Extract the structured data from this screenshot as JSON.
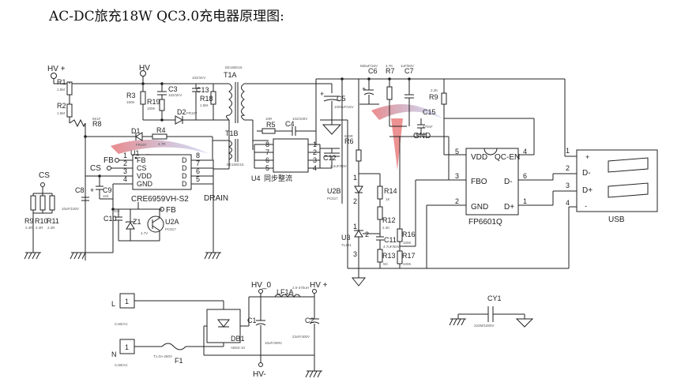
{
  "title": "AC-DC旅充18W QC3.0充电器原理图:",
  "nets": {
    "hv_plus": "HV +",
    "hv": "HV",
    "gnd": "GND",
    "drain": "DRAIN",
    "cs": "CS",
    "fb": "FB",
    "hv_0": "HV_0",
    "hv_minus": "HV-"
  },
  "resistors": {
    "r1": {
      "ref": "R1",
      "val": "1.5M"
    },
    "r2": {
      "ref": "R2",
      "val": "1.5M"
    },
    "r3": {
      "ref": "R3",
      "val": "150K"
    },
    "r4": {
      "ref": "R4",
      "val": "4.7R"
    },
    "r5": {
      "ref": "R5",
      "val": "10R"
    },
    "r6": {
      "ref": "R6",
      "val": "680R"
    },
    "r7": {
      "ref": "R7",
      "val": "4.7K"
    },
    "r8": {
      "ref": "R8",
      "val": "5K1F"
    },
    "r9": {
      "ref": "R9",
      "val": "2.2K"
    },
    "r12": {
      "ref": "R12",
      "val": "2.4K"
    },
    "r13": {
      "ref": "R13",
      "val": "NC"
    },
    "r14": {
      "ref": "R14",
      "val": "1K"
    },
    "r16": {
      "ref": "R16",
      "val": "100K"
    },
    "r17": {
      "ref": "R17",
      "val": "100K"
    },
    "r18": {
      "ref": "R18",
      "val": "1.5M"
    },
    "r19": {
      "ref": "R19",
      "val": "100K"
    },
    "r9b": {
      "ref": "R9",
      "val": "2.4R"
    },
    "r10": {
      "ref": "R10",
      "val": "2.4R"
    },
    "r11": {
      "ref": "R11",
      "val": "2.4R"
    }
  },
  "capacitors": {
    "c1": {
      "ref": "C1",
      "val": "10uF/400V"
    },
    "c2": {
      "ref": "C2",
      "val": "22uF/400V"
    },
    "c3": {
      "ref": "C3",
      "val": "102/1KV"
    },
    "c4": {
      "ref": "C4",
      "val": "102/100V"
    },
    "c5": {
      "ref": "C5",
      "val": "1000uF/16V"
    },
    "c6": {
      "ref": "C6",
      "val": "680uF/16V"
    },
    "c7": {
      "ref": "C7",
      "val": "1uF/50V"
    },
    "c8": {
      "ref": "C8",
      "val": "10uF/100V"
    },
    "c9": {
      "ref": "C9",
      "val": "104"
    },
    "c10": {
      "ref": "C10",
      "val": "102"
    },
    "c11": {
      "ref": "C11",
      "val": "4.7uF/50V"
    },
    "c12": {
      "ref": "C12",
      "val": "2.2uF/50V"
    },
    "c13": {
      "ref": "C13",
      "val": "102/1KV"
    },
    "c15": {
      "ref": "C15",
      "val": "470nF"
    },
    "cy1": {
      "ref": "CY1",
      "val": "222M/1000V"
    }
  },
  "diodes": {
    "d1": {
      "ref": "D1",
      "val": "FR107"
    },
    "d2": {
      "ref": "D2",
      "val": "FR107"
    },
    "z1": {
      "ref": "Z1",
      "val": "4.7V"
    },
    "db1": {
      "ref": "DB1",
      "val": "ABS2-10"
    }
  },
  "transformer": {
    "t1a": "T1A",
    "t1b": "T1B",
    "part": "EE16/EI16"
  },
  "inductor": {
    "ref": "LF1A",
    "val": "2.0-470uH"
  },
  "fuse": {
    "ref": "F1",
    "val": "T1.0A-250V"
  },
  "connectors": {
    "l": {
      "pin": "1",
      "label": "L",
      "sub": "CAB/AC"
    },
    "n": {
      "pin": "1",
      "label": "N",
      "sub": "CAB/AC"
    }
  },
  "u1": {
    "ref": "U1",
    "part": "CRE6959VH-S2",
    "left": [
      {
        "num": "1",
        "name": "FB"
      },
      {
        "num": "2",
        "name": "CS"
      },
      {
        "num": "3",
        "name": "VDD"
      },
      {
        "num": "4",
        "name": "GND"
      }
    ],
    "right": [
      {
        "num": "8",
        "name": "D"
      },
      {
        "num": "7",
        "name": "D"
      },
      {
        "num": "6",
        "name": "D"
      },
      {
        "num": "5",
        "name": "D"
      }
    ]
  },
  "u4": {
    "ref": "U4",
    "desc": "同步整流",
    "left": [
      "8",
      "7",
      "6",
      "5"
    ],
    "right": [
      "1",
      "2",
      "3",
      "4"
    ]
  },
  "u2a": {
    "ref": "U2A",
    "val": "PC817"
  },
  "u2b": {
    "ref": "U2B",
    "val": "PC817"
  },
  "u3": {
    "ref": "U3",
    "val": "TL431"
  },
  "fp": {
    "ref": "FP6601Q",
    "pins": {
      "vdd": "VDD",
      "qcen": "QC-EN",
      "fbo": "FBO",
      "dm": "D-",
      "gnd": "GND",
      "dp": "D+"
    },
    "nums": {
      "vdd": "5",
      "qcen": "4",
      "fbo": "3",
      "dm": "6",
      "gnd": "2",
      "dp": "1"
    }
  },
  "usb": {
    "ref": "USB",
    "pins": [
      {
        "num": "1",
        "name": "+"
      },
      {
        "num": "2",
        "name": "D-"
      },
      {
        "num": "3",
        "name": "D+"
      },
      {
        "num": "4",
        "name": "-"
      }
    ]
  },
  "u3_pins": {
    "p1": "1",
    "p2": "2",
    "p3": "3"
  },
  "u2b_pins": {
    "p1": "1",
    "p2": "2"
  }
}
